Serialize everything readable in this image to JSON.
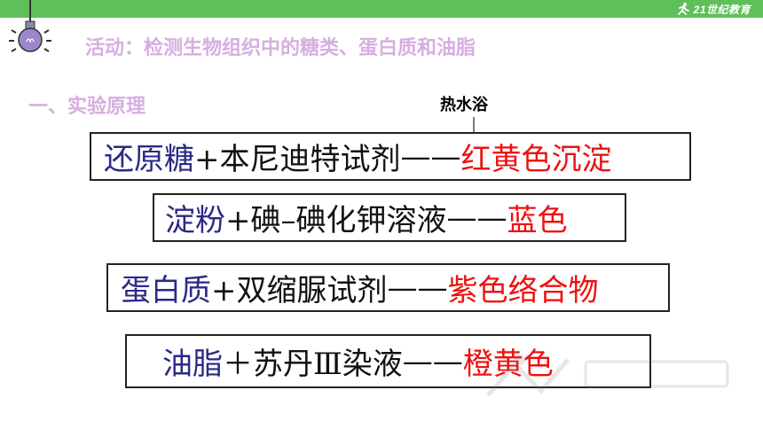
{
  "logo": {
    "text": "21世纪教育"
  },
  "heading": "活动：检测生物组织中的糖类、蛋白质和油脂",
  "section_title": "一、实验原理",
  "annotation": "热水浴",
  "reactions": [
    {
      "reagent": "还原糖",
      "plus": "+本尼迪特试剂",
      "dash": "——",
      "result": "红黄色沉淀"
    },
    {
      "reagent": "淀粉",
      "plus": "+碘–碘化钾溶液",
      "dash": "——",
      "result": "蓝色"
    },
    {
      "reagent": "蛋白质",
      "plus": "+双缩脲试剂",
      "dash": "——",
      "result": "紫色络合物"
    },
    {
      "reagent": "油脂",
      "plus": "＋苏丹Ⅲ染液",
      "dash": "——",
      "result": "橙黄色"
    }
  ],
  "colors": {
    "accent_bar": "#5fbf5a",
    "heading": "#d7aee0",
    "reagent": "#2a2a86",
    "result": "#ee1111"
  },
  "icons": [
    "lightbulb-icon",
    "runner-logo-icon",
    "down-arrow-icon"
  ]
}
